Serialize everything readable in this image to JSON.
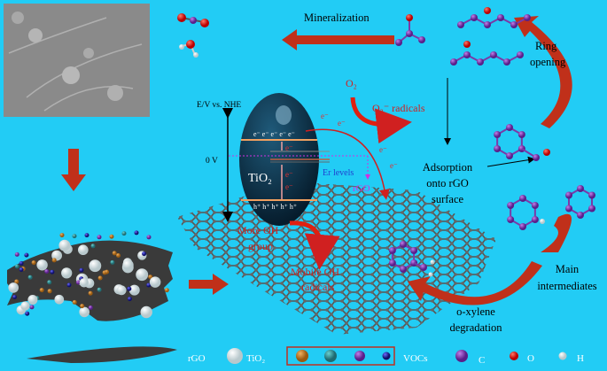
{
  "labels": {
    "mineralization": "Mineralization",
    "ring_opening_1": "Ring",
    "ring_opening_2": "opening",
    "o2": "O₂",
    "o2_radicals": "O₂⁻ radicals",
    "ev_axis": "E/V vs. NHE",
    "zero_v": "0 V",
    "electron": "e⁻",
    "electrons_cb": "e⁻ e⁻ e⁻ e⁻ e⁻",
    "holes_vb": "h⁺ h⁺ h⁺ h⁺ h⁺",
    "tio2": "TiO₂",
    "er_levels": "Er levels",
    "rgo_level": "rGO",
    "adsorption_1": "Adsorption",
    "adsorption_2": "onto rGO",
    "adsorption_3": "surface",
    "more_oh_1": "More OH",
    "more_oh_2": "group",
    "mobile_oh_1": "Mobile OH",
    "mobile_oh_2": "radicals",
    "main_int_1": "Main",
    "main_int_2": "intermediates",
    "oxylene_1": "o-xylene",
    "oxylene_2": "degradation"
  },
  "legend": {
    "rgo": "rGO",
    "tio2": "TiO₂",
    "vocs": "VOCs",
    "c": "C",
    "o": "O",
    "h": "H"
  },
  "colors": {
    "background": "#22ccf5",
    "arrow": "#c0301a",
    "tio2_particle": "#0d3550",
    "carbon": "#8a3bbf",
    "oxygen": "#e0201a",
    "hydrogen": "#ffffff",
    "rgo": "#3a3a3a"
  }
}
